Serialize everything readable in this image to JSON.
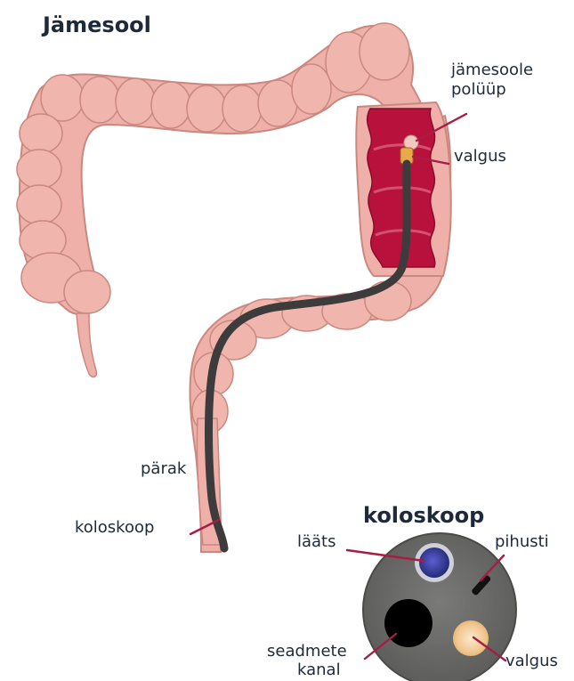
{
  "diagram": {
    "title": "Jämesool",
    "labels": {
      "polyp_line1": "jämesoole",
      "polyp_line2": "polüüp",
      "light_top": "valgus",
      "anus": "pärak",
      "colonoscope": "koloskoop"
    },
    "inset": {
      "title": "koloskoop",
      "lens": "lääts",
      "nozzle": "pihusti",
      "channel_line1": "seadmete",
      "channel_line2": "kanal",
      "light": "valgus"
    }
  },
  "colors": {
    "colon": "#eeb0a8",
    "colon_edge": "#c98880",
    "colon_shade": "#d99890",
    "interior": "#b8123c",
    "interior_dark": "#8a0a2a",
    "scope": "#3d3b3b",
    "leader": "#a81d44",
    "text": "#1e2a3a",
    "inset_face": "#6e6e6c",
    "lens": "#3a3ea6",
    "channel": "#000000",
    "light": "#f3d2a8"
  }
}
